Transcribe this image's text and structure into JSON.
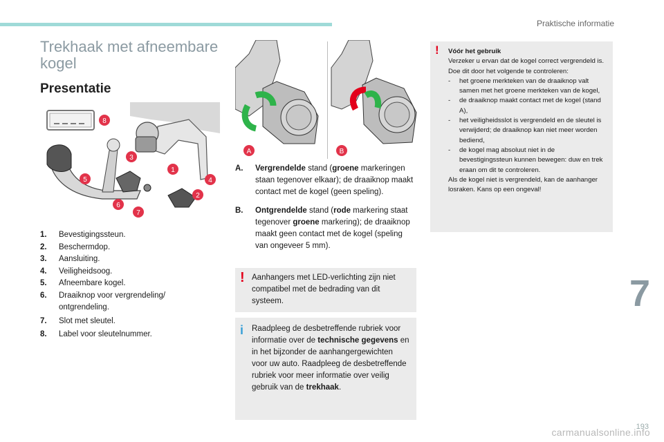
{
  "header": {
    "section": "Praktische informatie"
  },
  "title": "Trekhaak met afneembare kogel",
  "subtitle": "Presentatie",
  "callouts": [
    "1",
    "2",
    "3",
    "4",
    "5",
    "6",
    "7",
    "8"
  ],
  "labels": {
    "a": "A",
    "b": "B"
  },
  "parts": [
    {
      "num": "1.",
      "text": "Bevestigingssteun."
    },
    {
      "num": "2.",
      "text": "Beschermdop."
    },
    {
      "num": "3.",
      "text": "Aansluiting."
    },
    {
      "num": "4.",
      "text": "Veiligheidsoog."
    },
    {
      "num": "5.",
      "text": "Afneembare kogel."
    },
    {
      "num": "6.",
      "text": "Draaiknop voor vergrendeling/ ontgrendeling."
    },
    {
      "num": "7.",
      "text": "Slot met sleutel."
    },
    {
      "num": "8.",
      "text": "Label voor sleutelnummer."
    }
  ],
  "stateA": {
    "letter": "A.",
    "bold": "Vergrendelde",
    "t1": " stand (",
    "b2": "groene",
    "t2": " markeringen staan tegenover elkaar); de draaiknop maakt contact met de kogel (geen speling)."
  },
  "stateB": {
    "letter": "B.",
    "bold": "Ontgrendelde",
    "t1": " stand (",
    "b2": "rode",
    "t2": " markering staat tegenover ",
    "b3": "groene",
    "t3": " markering); de draaiknop maakt geen contact met de kogel (speling van ongeveer 5 mm)."
  },
  "warning1": "Aanhangers met LED-verlichting zijn niet compatibel met de bedrading van dit systeem.",
  "info1": {
    "t1": "Raadpleeg de desbetreffende rubriek voor informatie over de ",
    "b1": "technische gegevens",
    "t2": " en in het bijzonder de aanhangergewichten voor uw auto. Raadpleeg de desbetreffende rubriek voor meer informatie over veilig gebruik van de ",
    "b2": "trekhaak",
    "t3": "."
  },
  "warning2": {
    "head": "Vóór het gebruik",
    "intro": "Verzeker u ervan dat de kogel correct vergrendeld is. Doe dit door het volgende te controleren:",
    "dash": "-",
    "items": [
      "het groene merkteken van de draaiknop valt samen met het groene merkteken van de kogel,",
      "de draaiknop maakt contact met de kogel (stand A),",
      "het veiligheidsslot is vergrendeld en de sleutel is verwijderd; de draaiknop kan niet meer worden bediend,",
      "de kogel mag absoluut niet in de bevestigingssteun kunnen bewegen: duw en trek eraan om dit te controleren."
    ],
    "outro": "Als de kogel niet is vergrendeld, kan de aanhanger losraken. Kans op een ongeval!"
  },
  "icons": {
    "warning": "!",
    "info": "i"
  },
  "chapter": "7",
  "page": "193",
  "watermark": "carmanualsonline.info",
  "colors": {
    "callout": "#e2334a",
    "green": "#2eb34a",
    "red": "#e3001b",
    "accent": "#9fdad8"
  }
}
